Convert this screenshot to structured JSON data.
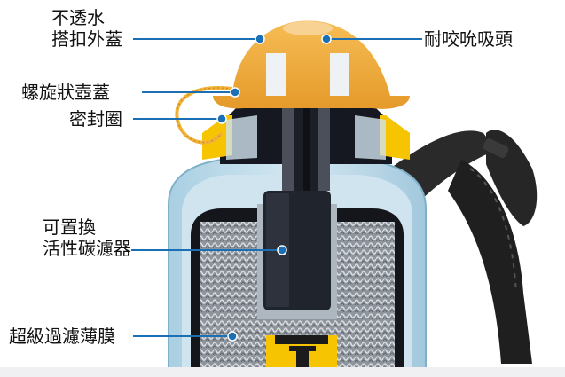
{
  "labels": {
    "cap_line1": "不透水",
    "cap_line2": "搭扣外蓋",
    "straw": "耐咬吮吸頭",
    "screw_lid": "螺旋狀壺蓋",
    "seal": "密封圈",
    "filter_line1": "可置換",
    "filter_line2": "活性碳濾器",
    "membrane": "超級過濾薄膜"
  },
  "colors": {
    "callout_line": "#1a6fb5",
    "callout_dot": "#1a6fb5",
    "cap_orange": "#f2a93b",
    "collar_yellow": "#f6c400",
    "bottle_body": "#b9d7e8",
    "filter_dark": "#1d2230",
    "membrane_grey": "#9da3ab",
    "strap": "#222222"
  }
}
